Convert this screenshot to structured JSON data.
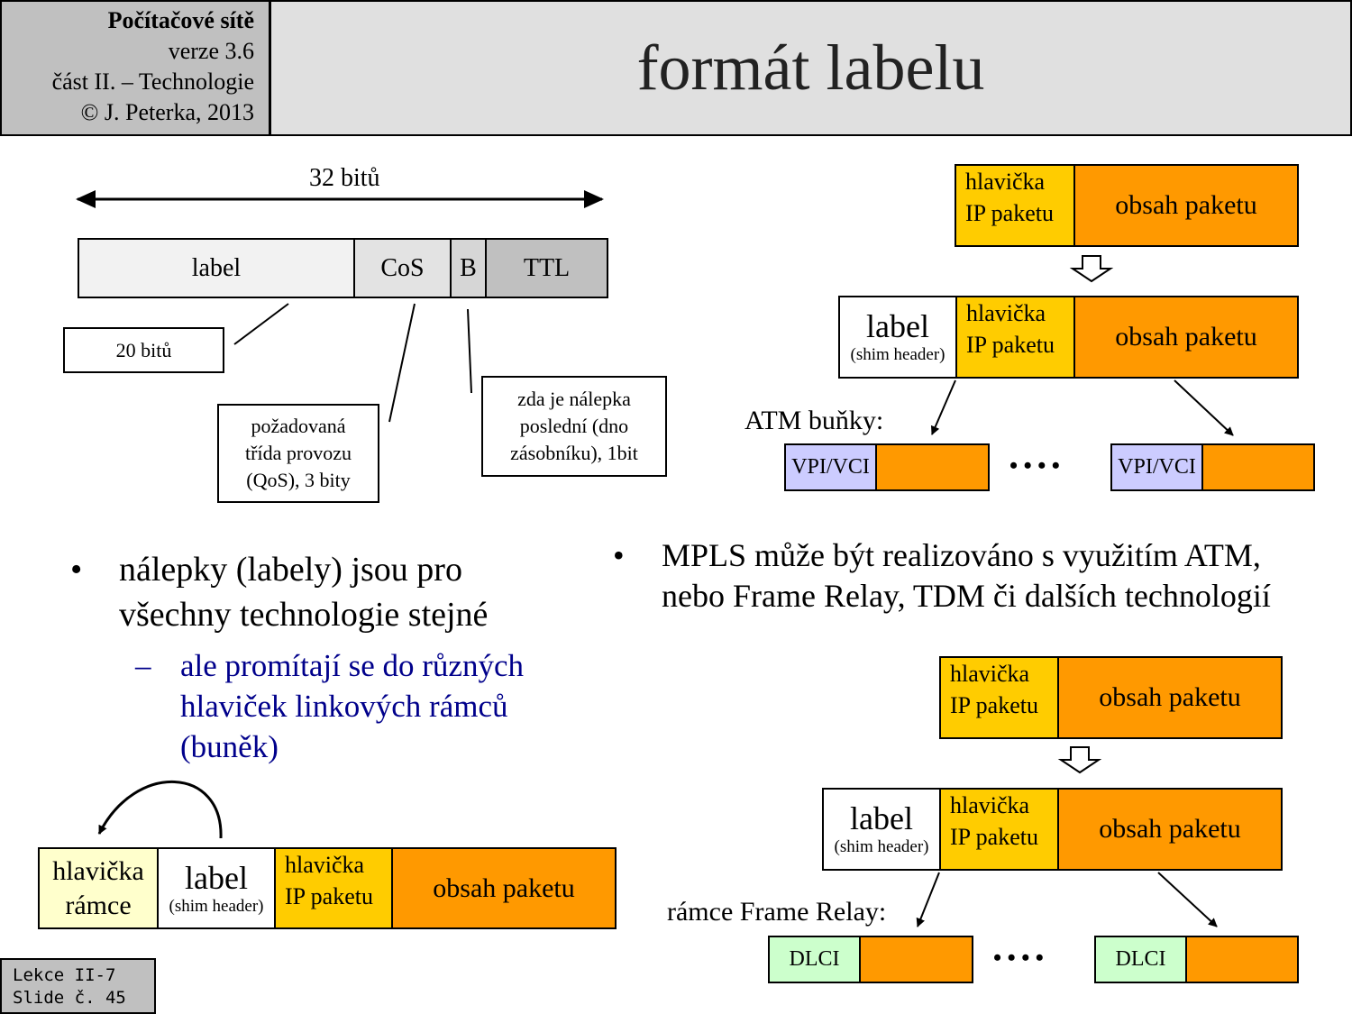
{
  "header": {
    "course_title": "Počítačové sítě",
    "version": "verze 3.6",
    "part": "část  II. – Technologie",
    "copyright": "© J. Peterka, 2013",
    "slide_title": "formát labelu"
  },
  "label_format": {
    "width_label": "32 bitů",
    "fields": [
      "label",
      "CoS",
      "B",
      "TTL"
    ],
    "notes": {
      "label_bits": "20 bitů",
      "cos": [
        "požadovaná",
        "třída provozu",
        "(QoS), 3 bity"
      ],
      "b": [
        "zda je nálepka",
        "poslední (dno",
        "zásobníku), 1bit"
      ]
    }
  },
  "bullets": {
    "left_main": [
      "nálepky (labely) jsou pro",
      "všechny technologie stejné"
    ],
    "left_sub": [
      "ale promítají se do různých",
      "hlaviček linkových rámců",
      "(buněk)"
    ],
    "right_main": [
      "MPLS může být realizováno s využitím ATM,",
      "nebo Frame Relay, TDM či dalších technologií"
    ],
    "bullet_char": "•",
    "dash_char": "–"
  },
  "blocks": {
    "ip_header": [
      "hlavička",
      "IP paketu"
    ],
    "payload": "obsah paketu",
    "label": "label",
    "shim": "(shim header)",
    "frame_header": [
      "hlavička",
      "rámce"
    ]
  },
  "atm": {
    "caption": "ATM buňky:",
    "cell_header": "VPI/VCI",
    "dots": "• • • •"
  },
  "frame_relay": {
    "caption": "rámce Frame Relay:",
    "frame_header": "DLCI",
    "dots": "• • • •"
  },
  "footer": {
    "lecture": "Lekce II-7",
    "slide": "Slide č. 45"
  },
  "colors": {
    "header_gray": "#c0c0c0",
    "title_bar": "#e0e0e0",
    "ip_header_yellow": "#ffcc00",
    "payload_orange": "#ff9900",
    "atm_header": "#ccccff",
    "dlci_header": "#ccffcc",
    "frame_header": "#ffffcc",
    "sub_bullet_text": "#00008b"
  }
}
